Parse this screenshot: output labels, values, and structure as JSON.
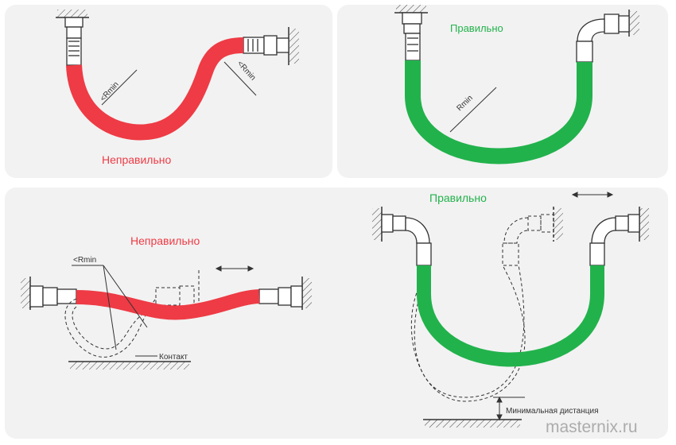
{
  "panels": {
    "top_left": {
      "status": "Неправильно",
      "rmin_1": "<Rmin",
      "rmin_2": "<Rmin"
    },
    "top_right": {
      "status": "Правильно",
      "rmin": "Rmin"
    },
    "bottom_left": {
      "status": "Неправильно",
      "rmin": "<Rmin",
      "contact": "Контакт"
    },
    "bottom_right": {
      "status": "Правильно",
      "min_distance": "Минимальная дистанция"
    }
  },
  "watermark": "masternix.ru",
  "colors": {
    "wrong": "#ee3b45",
    "right": "#22b24c",
    "panel_bg": "#f2f2f2",
    "line": "#333333"
  }
}
